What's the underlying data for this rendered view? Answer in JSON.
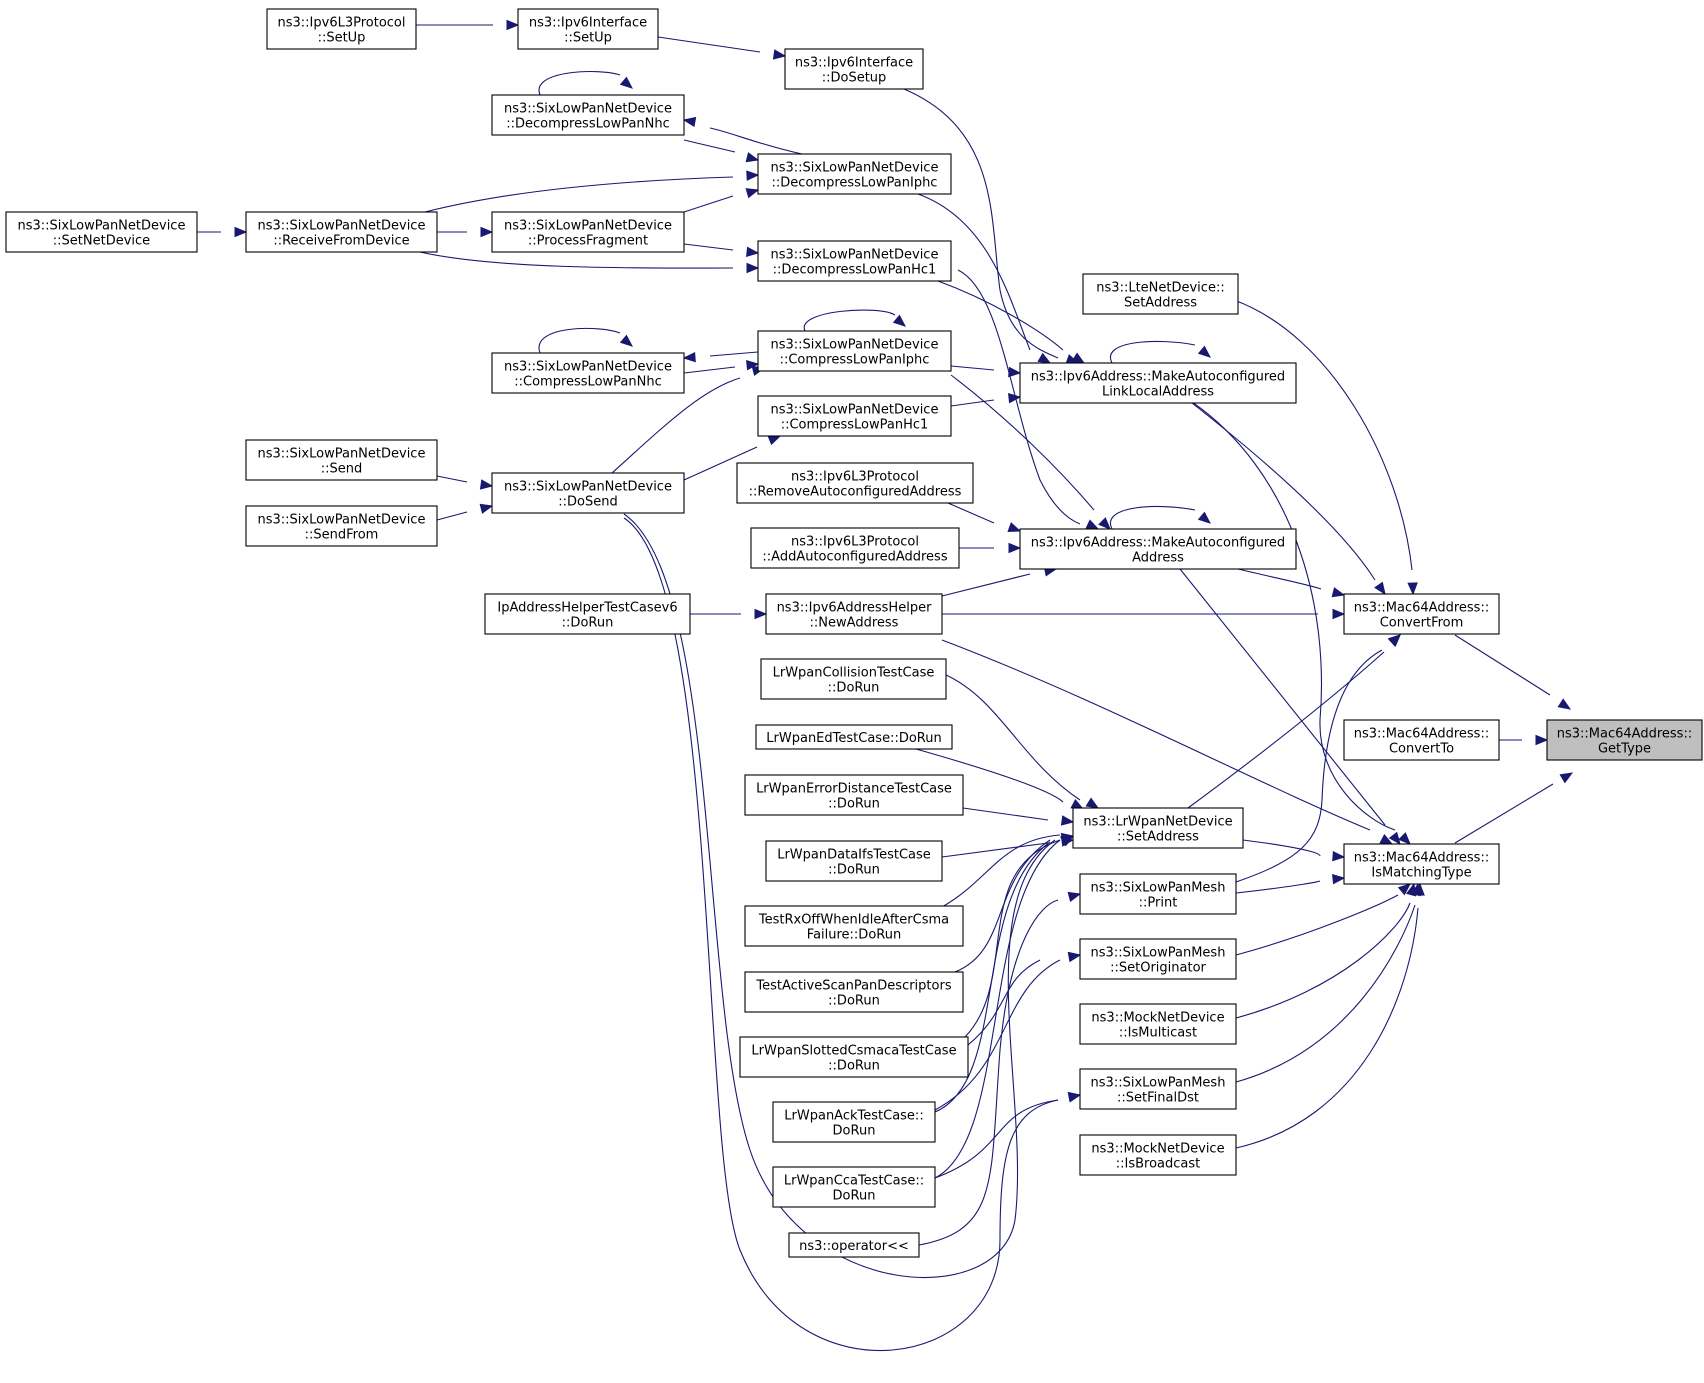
{
  "graph": {
    "colors": {
      "edge": "#191970",
      "node_border": "#000000",
      "node_fill": "#ffffff",
      "focus_fill": "#bfbfbf"
    },
    "nodes": [
      {
        "id": "n0",
        "lines": [
          "ns3::Mac64Address::",
          "GetType"
        ],
        "focus": true
      },
      {
        "id": "n1",
        "lines": [
          "ns3::Mac64Address::",
          "ConvertFrom"
        ]
      },
      {
        "id": "n2",
        "lines": [
          "ns3::Mac64Address::",
          "ConvertTo"
        ]
      },
      {
        "id": "n3",
        "lines": [
          "ns3::Mac64Address::",
          "IsMatchingType"
        ]
      },
      {
        "id": "n4",
        "lines": [
          "ns3::LteNetDevice::",
          "SetAddress"
        ]
      },
      {
        "id": "n5",
        "lines": [
          "ns3::Ipv6Address::MakeAutoconfigured",
          "LinkLocalAddress"
        ]
      },
      {
        "id": "n6",
        "lines": [
          "ns3::Ipv6Address::MakeAutoconfigured",
          "Address"
        ]
      },
      {
        "id": "n7",
        "lines": [
          "ns3::Ipv6AddressHelper",
          "::NewAddress"
        ]
      },
      {
        "id": "n8",
        "lines": [
          "ns3::LrWpanNetDevice",
          "::SetAddress"
        ]
      },
      {
        "id": "n9",
        "lines": [
          "ns3::SixLowPanMesh",
          "::Print"
        ]
      },
      {
        "id": "n10",
        "lines": [
          "ns3::SixLowPanMesh",
          "::SetOriginator"
        ]
      },
      {
        "id": "n11",
        "lines": [
          "ns3::MockNetDevice",
          "::IsMulticast"
        ]
      },
      {
        "id": "n12",
        "lines": [
          "ns3::SixLowPanMesh",
          "::SetFinalDst"
        ]
      },
      {
        "id": "n13",
        "lines": [
          "ns3::MockNetDevice",
          "::IsBroadcast"
        ]
      },
      {
        "id": "n14",
        "lines": [
          "ns3::Ipv6Interface",
          "::DoSetup"
        ]
      },
      {
        "id": "n15",
        "lines": [
          "ns3::SixLowPanNetDevice",
          "::DecompressLowPanIphc"
        ]
      },
      {
        "id": "n16",
        "lines": [
          "ns3::SixLowPanNetDevice",
          "::DecompressLowPanHc1"
        ]
      },
      {
        "id": "n17",
        "lines": [
          "ns3::SixLowPanNetDevice",
          "::CompressLowPanIphc"
        ]
      },
      {
        "id": "n18",
        "lines": [
          "ns3::SixLowPanNetDevice",
          "::CompressLowPanHc1"
        ]
      },
      {
        "id": "n19",
        "lines": [
          "ns3::Ipv6L3Protocol",
          "::RemoveAutoconfiguredAddress"
        ]
      },
      {
        "id": "n20",
        "lines": [
          "ns3::Ipv6L3Protocol",
          "::AddAutoconfiguredAddress"
        ]
      },
      {
        "id": "n21",
        "lines": [
          "LrWpanCollisionTestCase",
          "::DoRun"
        ]
      },
      {
        "id": "n22",
        "lines": [
          "LrWpanEdTestCase::DoRun"
        ]
      },
      {
        "id": "n23",
        "lines": [
          "LrWpanErrorDistanceTestCase",
          "::DoRun"
        ]
      },
      {
        "id": "n24",
        "lines": [
          "LrWpanDataIfsTestCase",
          "::DoRun"
        ]
      },
      {
        "id": "n25",
        "lines": [
          "TestRxOffWhenIdleAfterCsma",
          "Failure::DoRun"
        ]
      },
      {
        "id": "n26",
        "lines": [
          "TestActiveScanPanDescriptors",
          "::DoRun"
        ]
      },
      {
        "id": "n27",
        "lines": [
          "LrWpanSlottedCsmacaTestCase",
          "::DoRun"
        ]
      },
      {
        "id": "n28",
        "lines": [
          "LrWpanAckTestCase::",
          "DoRun"
        ]
      },
      {
        "id": "n29",
        "lines": [
          "LrWpanCcaTestCase::",
          "DoRun"
        ]
      },
      {
        "id": "n30",
        "lines": [
          "ns3::operator<<"
        ]
      },
      {
        "id": "n31",
        "lines": [
          "ns3::Ipv6Interface",
          "::SetUp"
        ]
      },
      {
        "id": "n32",
        "lines": [
          "ns3::SixLowPanNetDevice",
          "::DecompressLowPanNhc"
        ]
      },
      {
        "id": "n33",
        "lines": [
          "ns3::SixLowPanNetDevice",
          "::ProcessFragment"
        ]
      },
      {
        "id": "n34",
        "lines": [
          "ns3::SixLowPanNetDevice",
          "::CompressLowPanNhc"
        ]
      },
      {
        "id": "n35",
        "lines": [
          "ns3::SixLowPanNetDevice",
          "::DoSend"
        ]
      },
      {
        "id": "n36",
        "lines": [
          "IpAddressHelperTestCasev6",
          "::DoRun"
        ]
      },
      {
        "id": "n37",
        "lines": [
          "ns3::Ipv6L3Protocol",
          "::SetUp"
        ]
      },
      {
        "id": "n38",
        "lines": [
          "ns3::SixLowPanNetDevice",
          "::ReceiveFromDevice"
        ]
      },
      {
        "id": "n39",
        "lines": [
          "ns3::SixLowPanNetDevice",
          "::Send"
        ]
      },
      {
        "id": "n40",
        "lines": [
          "ns3::SixLowPanNetDevice",
          "::SendFrom"
        ]
      },
      {
        "id": "n41",
        "lines": [
          "ns3::SixLowPanNetDevice",
          "::SetNetDevice"
        ]
      }
    ]
  }
}
